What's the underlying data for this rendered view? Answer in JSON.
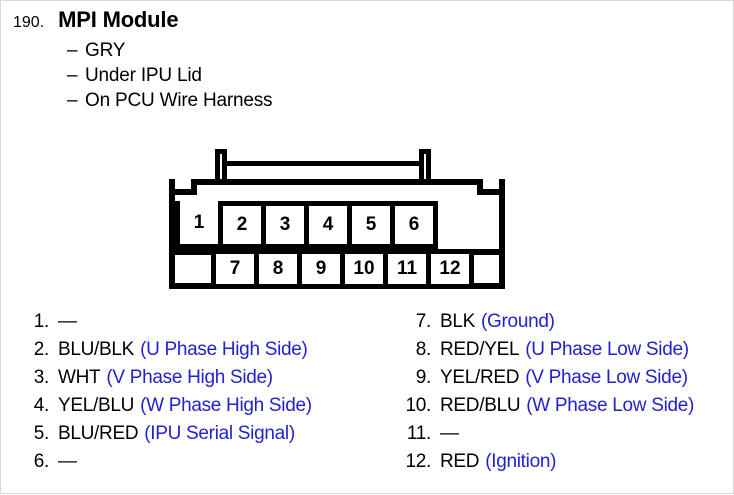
{
  "header": {
    "number": "190.",
    "title": "MPI Module",
    "bullets": [
      {
        "dash": "–",
        "text": "GRY"
      },
      {
        "dash": "–",
        "text": "Under IPU Lid"
      },
      {
        "dash": "–",
        "text": "On PCU Wire Harness"
      }
    ]
  },
  "connector": {
    "top_row_pins": [
      "1",
      "2",
      "3",
      "4",
      "5",
      "6"
    ],
    "bottom_row_pins": [
      "7",
      "8",
      "9",
      "10",
      "11",
      "12"
    ]
  },
  "colors": {
    "annotation_blue": "#2222cc",
    "outline_black": "#000000",
    "background": "#ffffff"
  },
  "legend": {
    "left": [
      {
        "num": "1.",
        "wire": "—",
        "desc": ""
      },
      {
        "num": "2.",
        "wire": "BLU/BLK",
        "desc": "(U Phase High Side)"
      },
      {
        "num": "3.",
        "wire": "WHT",
        "desc": "(V Phase High Side)"
      },
      {
        "num": "4.",
        "wire": "YEL/BLU",
        "desc": "(W Phase High Side)"
      },
      {
        "num": "5.",
        "wire": "BLU/RED",
        "desc": "(IPU Serial Signal)"
      },
      {
        "num": "6.",
        "wire": "—",
        "desc": ""
      }
    ],
    "right": [
      {
        "num": "7.",
        "wire": "BLK",
        "desc": "(Ground)"
      },
      {
        "num": "8.",
        "wire": "RED/YEL",
        "desc": "(U Phase Low Side)"
      },
      {
        "num": "9.",
        "wire": "YEL/RED",
        "desc": "(V Phase Low Side)"
      },
      {
        "num": "10.",
        "wire": "RED/BLU",
        "desc": "(W Phase Low Side)"
      },
      {
        "num": "11.",
        "wire": "—",
        "desc": ""
      },
      {
        "num": "12.",
        "wire": "RED",
        "desc": "(Ignition)"
      }
    ]
  }
}
